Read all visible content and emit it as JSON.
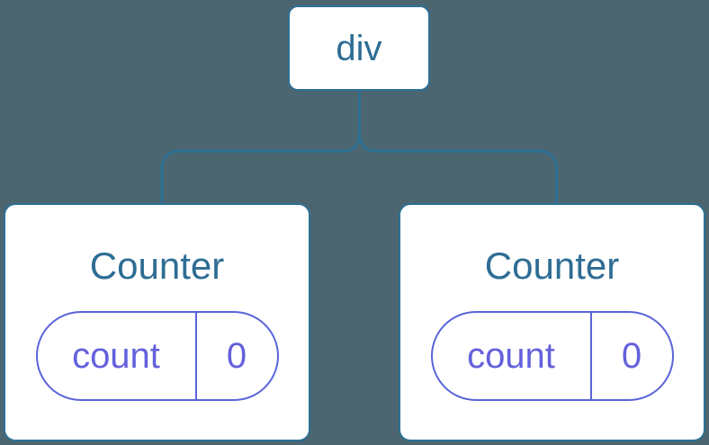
{
  "colors": {
    "canvas_bg": "#4c6671",
    "node_border": "#2d7095",
    "node_bg": "#ffffff",
    "node_text": "#2e6d94",
    "state_border": "#5a64da",
    "state_text": "#6361dc",
    "connector": "#2d7095"
  },
  "tree": {
    "root": {
      "label": "div"
    },
    "children": [
      {
        "title": "Counter",
        "state": {
          "key": "count",
          "value": "0"
        }
      },
      {
        "title": "Counter",
        "state": {
          "key": "count",
          "value": "0"
        }
      }
    ]
  }
}
